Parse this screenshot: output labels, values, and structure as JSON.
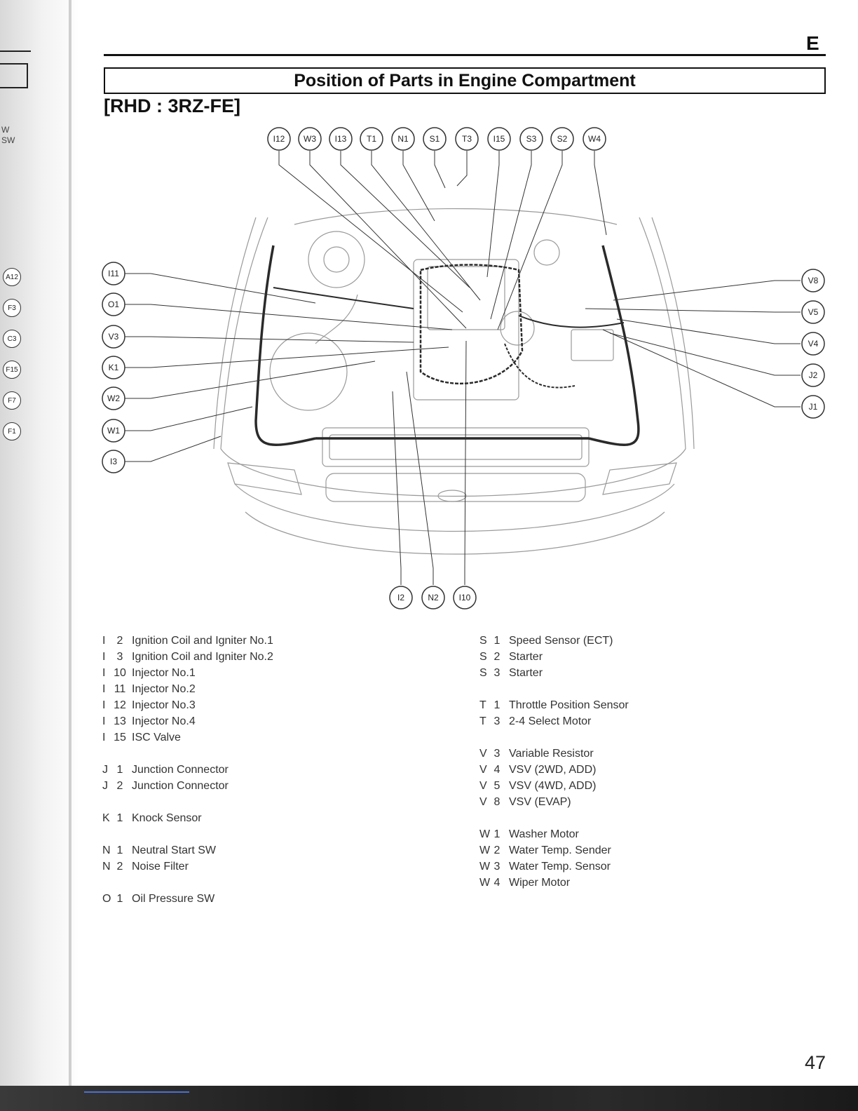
{
  "header": {
    "section_letter": "E",
    "title": "Position of Parts in Engine Compartment",
    "model": "[RHD : 3RZ-FE]"
  },
  "left_margin": {
    "clipped_text": [
      "W",
      "SW"
    ],
    "bubbles": [
      "A12",
      "F3",
      "C3",
      "F15",
      "F7",
      "F1"
    ]
  },
  "diagram": {
    "top_labels": [
      "I12",
      "W3",
      "I13",
      "T1",
      "N1",
      "S1",
      "T3",
      "I15",
      "S3",
      "S2",
      "W4"
    ],
    "left_labels": [
      "I11",
      "O1",
      "V3",
      "K1",
      "W2",
      "W1",
      "I3"
    ],
    "right_labels": [
      "V8",
      "V5",
      "V4",
      "J2",
      "J1"
    ],
    "bottom_labels": [
      "I2",
      "N2",
      "I10"
    ]
  },
  "legend": {
    "left": [
      {
        "letter": "I",
        "num": "2",
        "name": "Ignition Coil and Igniter No.1"
      },
      {
        "letter": "I",
        "num": "3",
        "name": "Ignition Coil and Igniter No.2"
      },
      {
        "letter": "I",
        "num": "10",
        "name": "Injector No.1"
      },
      {
        "letter": "I",
        "num": "11",
        "name": "Injector No.2"
      },
      {
        "letter": "I",
        "num": "12",
        "name": "Injector No.3"
      },
      {
        "letter": "I",
        "num": "13",
        "name": "Injector No.4"
      },
      {
        "letter": "I",
        "num": "15",
        "name": "ISC Valve"
      },
      null,
      {
        "letter": "J",
        "num": "1",
        "name": "Junction Connector"
      },
      {
        "letter": "J",
        "num": "2",
        "name": "Junction Connector"
      },
      null,
      {
        "letter": "K",
        "num": "1",
        "name": "Knock Sensor"
      },
      null,
      {
        "letter": "N",
        "num": "1",
        "name": "Neutral Start SW"
      },
      {
        "letter": "N",
        "num": "2",
        "name": "Noise Filter"
      },
      null,
      {
        "letter": "O",
        "num": "1",
        "name": "Oil Pressure SW"
      }
    ],
    "right": [
      {
        "letter": "S",
        "num": "1",
        "name": "Speed Sensor (ECT)"
      },
      {
        "letter": "S",
        "num": "2",
        "name": "Starter"
      },
      {
        "letter": "S",
        "num": "3",
        "name": "Starter"
      },
      null,
      {
        "letter": "T",
        "num": "1",
        "name": "Throttle Position Sensor"
      },
      {
        "letter": "T",
        "num": "3",
        "name": "2-4 Select Motor"
      },
      null,
      {
        "letter": "V",
        "num": "3",
        "name": "Variable Resistor"
      },
      {
        "letter": "V",
        "num": "4",
        "name": "VSV (2WD, ADD)"
      },
      {
        "letter": "V",
        "num": "5",
        "name": "VSV (4WD, ADD)"
      },
      {
        "letter": "V",
        "num": "8",
        "name": "VSV (EVAP)"
      },
      null,
      {
        "letter": "W",
        "num": "1",
        "name": "Washer Motor"
      },
      {
        "letter": "W",
        "num": "2",
        "name": "Water Temp. Sender"
      },
      {
        "letter": "W",
        "num": "3",
        "name": "Water Temp. Sensor"
      },
      {
        "letter": "W",
        "num": "4",
        "name": "Wiper Motor"
      }
    ]
  },
  "page_number": "47"
}
